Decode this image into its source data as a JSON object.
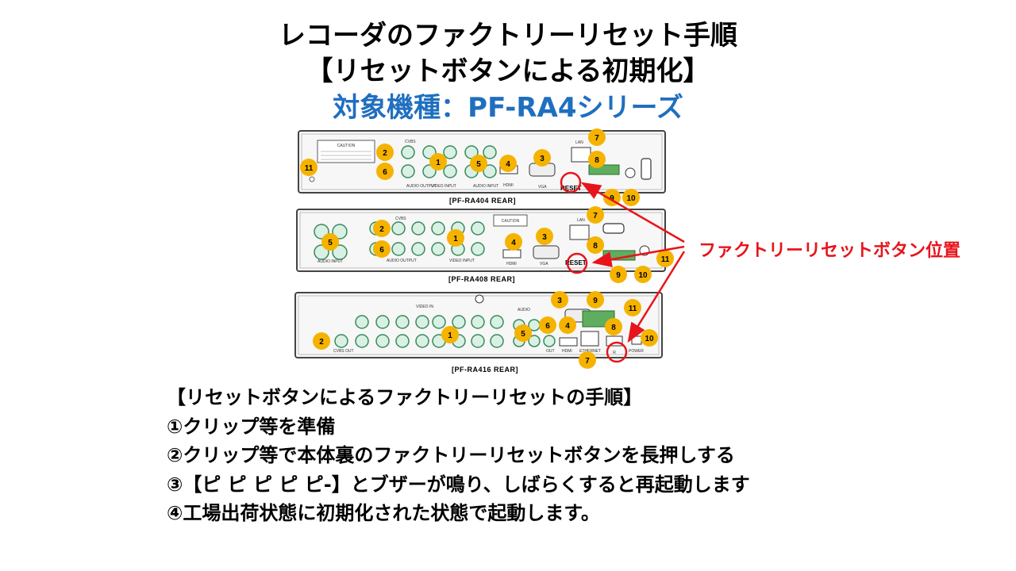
{
  "title": {
    "line1": "レコーダのファクトリーリセット手順",
    "line2": "【リセットボタンによる初期化】",
    "line3": "対象機種：PF-RA4シリーズ"
  },
  "callout": "ファクトリーリセットボタン位置",
  "panels": [
    {
      "caption": "[PF-RA404 REAR]",
      "badges": [
        "1",
        "2",
        "3",
        "4",
        "5",
        "6",
        "7",
        "8",
        "9",
        "10",
        "11"
      ],
      "labels": {
        "cvbs": "CVBS",
        "video_input": "VIDEO INPUT",
        "audio_input": "AUDIO INPUT",
        "audio_output": "AUDIO OUTPUT",
        "hdmi": "HDMI",
        "vga": "VGA",
        "reset": "RESET",
        "lan": "LAN",
        "caution": "CAUTION"
      }
    },
    {
      "caption": "[PF-RA408 REAR]",
      "badges": [
        "1",
        "2",
        "3",
        "4",
        "5",
        "6",
        "7",
        "8",
        "9",
        "10",
        "11"
      ],
      "labels": {
        "cvbs": "CVBS",
        "video_input": "VIDEO INPUT",
        "audio_input": "AUDIO INPUT",
        "audio_output": "AUDIO OUTPUT",
        "hdmi": "HDMI",
        "vga": "VGA",
        "reset": "RESET",
        "lan": "LAN",
        "caution": "CAUTION"
      }
    },
    {
      "caption": "[PF-RA416 REAR]",
      "badges": [
        "1",
        "2",
        "3",
        "4",
        "5",
        "6",
        "7",
        "8",
        "9",
        "10",
        "11"
      ],
      "labels": {
        "video_in": "VIDEO IN",
        "audio": "AUDIO",
        "cvbs_out": "CVBS OUT",
        "hdmi": "HDMI",
        "ethernet": "ETHERNET",
        "power": "POWER",
        "out": "OUT",
        "reset": "R"
      }
    }
  ],
  "steps": {
    "heading": "【リセットボタンによるファクトリーリセットの手順】",
    "items": [
      "①クリップ等を準備",
      "②クリップ等で本体裏のファクトリーリセットボタンを長押しする",
      "③【ピ ピ ピ ピ ピ-】とブザーが鳴り、しばらくすると再起動します",
      "④工場出荷状態に初期化された状態で起動します。"
    ]
  },
  "colors": {
    "accent_blue": "#1f6fbf",
    "callout_red": "#e8141b",
    "badge_yellow": "#f5b300"
  }
}
